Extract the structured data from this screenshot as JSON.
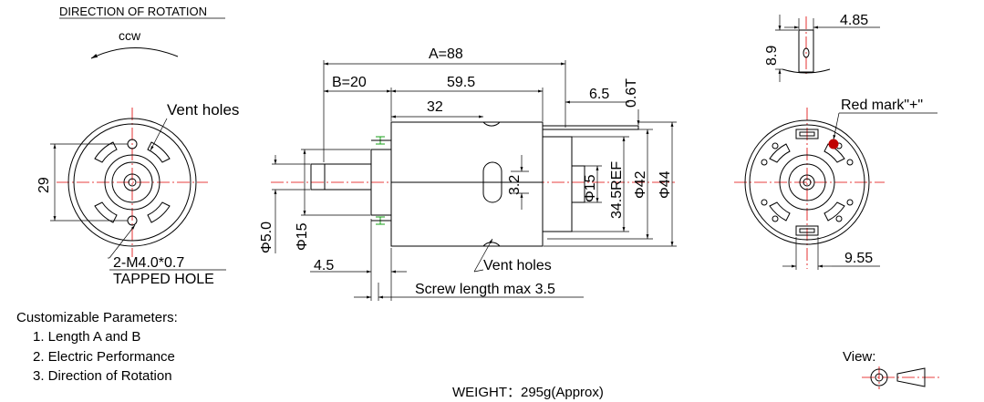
{
  "rotation": {
    "heading": "DIRECTION OF ROTATION",
    "direction": "ccw"
  },
  "front_view": {
    "vent_label": "Vent holes",
    "dim_29": "29",
    "tap_spec": "2-M4.0*0.7",
    "tap_label": "TAPPED HOLE"
  },
  "side_view": {
    "dim_A": "A=88",
    "dim_B": "B=20",
    "dim_59_5": "59.5",
    "dim_6_5": "6.5",
    "dim_0_6T": "0.6T",
    "dim_32": "32",
    "dim_shaft": "Φ5.0",
    "dim_boss": "Φ15",
    "dim_4_5": "4.5",
    "dim_3_2": "3.2",
    "dim_rear_boss": "Φ15",
    "dim_34_5": "34.5REF",
    "dim_42": "Φ42",
    "dim_44": "Φ44",
    "vent_label": "Vent holes",
    "screw_note": "Screw length max 3.5"
  },
  "terminal_view": {
    "dim_8_9": "8.9",
    "dim_4_85": "4.85"
  },
  "rear_view": {
    "red_mark": "Red mark\"+\"",
    "dim_9_55": "9.55"
  },
  "colors": {
    "centerline": "#e00000",
    "red_mark": "#c00000",
    "green_marks": "#1aa01a"
  },
  "params": {
    "heading": "Customizable Parameters:",
    "items": [
      "1. Length A and B",
      "2. Electric Performance",
      "3. Direction of Rotation"
    ]
  },
  "view_label": "View:",
  "weight": "WEIGHT：295g(Approx)"
}
